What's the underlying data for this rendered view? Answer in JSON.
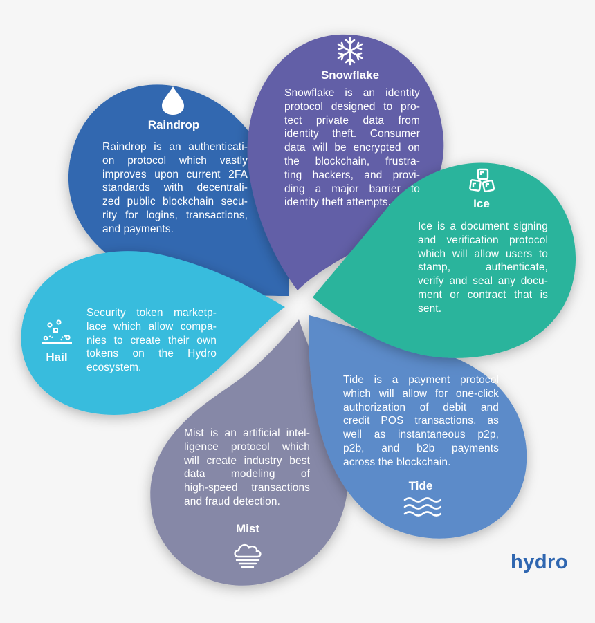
{
  "colors": {
    "background": "#f6f6f6",
    "raindrop": "#3168b0",
    "snowflake": "#625ea7",
    "ice": "#2bb49c",
    "hail": "#37bcdd",
    "mist": "#8688a7",
    "tide": "#5b8bc9",
    "logo": "#2f66b0"
  },
  "petals": {
    "raindrop": {
      "title": "Raindrop",
      "icon": "water-drop-icon",
      "description": "Raindrop is an authentication protocol which vastly improves upon current 2FA standards with decentralized public blockchain security for logins, transactions, and payments.",
      "lines": [
        "Raindrop is an authenticati-",
        "on protocol which vastly",
        "improves upon current 2FA",
        "standards with decentrali-",
        "zed public blockchain secu-",
        "rity for logins, transactions,",
        "and payments."
      ]
    },
    "snowflake": {
      "title": "Snowflake",
      "icon": "snowflake-icon",
      "lines": [
        "Snowflake is an identity",
        "protocol designed to pro-",
        "tect private data from",
        "identity theft. Consumer",
        "data will be encrypted on",
        "the blockchain, frustra-",
        "ting hackers, and provi-",
        "ding a major barrier to",
        "identity theft attempts."
      ]
    },
    "ice": {
      "title": "Ice",
      "icon": "ice-cubes-icon",
      "lines": [
        "Ice is a document signing",
        "and verification protocol",
        "which will allow users to",
        "stamp, authenticate,",
        "verify and seal any docu-",
        "ment or contract that is",
        "sent."
      ]
    },
    "hail": {
      "title": "Hail",
      "icon": "hail-icon",
      "lines": [
        "Security token marketp-",
        "lace which allow compa-",
        "nies to create their own",
        "tokens on the Hydro",
        "ecosystem."
      ]
    },
    "mist": {
      "title": "Mist",
      "icon": "cloud-mist-icon",
      "lines": [
        "Mist is an artificial intel-",
        "ligence protocol which",
        "will create industry best",
        "data modeling of",
        "high-speed transactions",
        "and fraud detection."
      ]
    },
    "tide": {
      "title": "Tide",
      "icon": "waves-icon",
      "lines": [
        "Tide is a payment protocol",
        "which will allow for one-click",
        "authorization of debit and",
        "credit POS transactions, as",
        "well as instantaneous p2p,",
        "p2b, and b2b payments",
        "across the blockchain."
      ]
    }
  },
  "logo": {
    "text": "hydro"
  }
}
